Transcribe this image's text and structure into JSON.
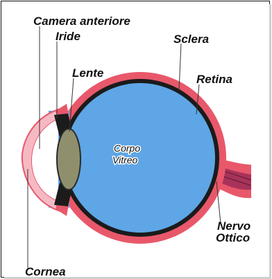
{
  "diagram": {
    "labels": {
      "camera_anteriore": "Camera anteriore",
      "iride": "Iride",
      "lente": "Lente",
      "sclera": "Sclera",
      "retina": "Retina",
      "corpo": "Corpo",
      "vitreo": "Vitreo",
      "nervo": "Nervo",
      "ottico": "Ottico",
      "cornea": "Cornea"
    },
    "colors": {
      "sclera": "#e8586a",
      "vitreous": "#5ea6e6",
      "retina": "#1b1b1b",
      "lens": "#8f8f6d",
      "nerve": "#a8325a",
      "cornea": "#f6b9c4"
    }
  }
}
